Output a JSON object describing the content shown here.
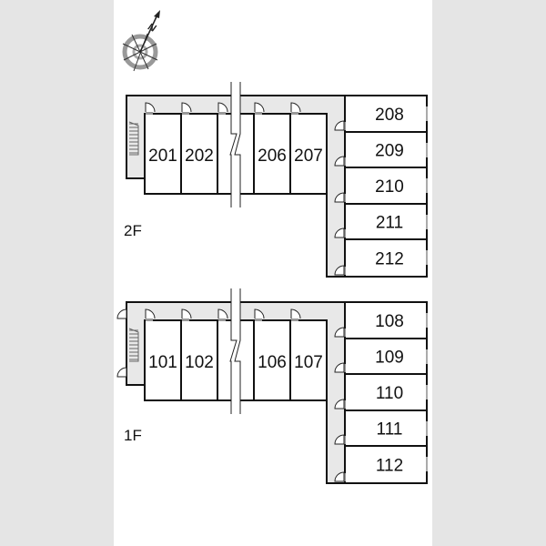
{
  "compass": {
    "label": "N"
  },
  "floors": [
    {
      "label": "2F",
      "rooms_left": [
        "201",
        "202",
        "206",
        "207"
      ],
      "rooms_right": [
        "208",
        "209",
        "210",
        "211",
        "212"
      ]
    },
    {
      "label": "1F",
      "rooms_left": [
        "101",
        "102",
        "106",
        "107"
      ],
      "rooms_right": [
        "108",
        "109",
        "110",
        "111",
        "112"
      ]
    }
  ],
  "colors": {
    "corridor": "#e8e8e8",
    "wall": "#111111",
    "background": "#e5e5e5"
  }
}
